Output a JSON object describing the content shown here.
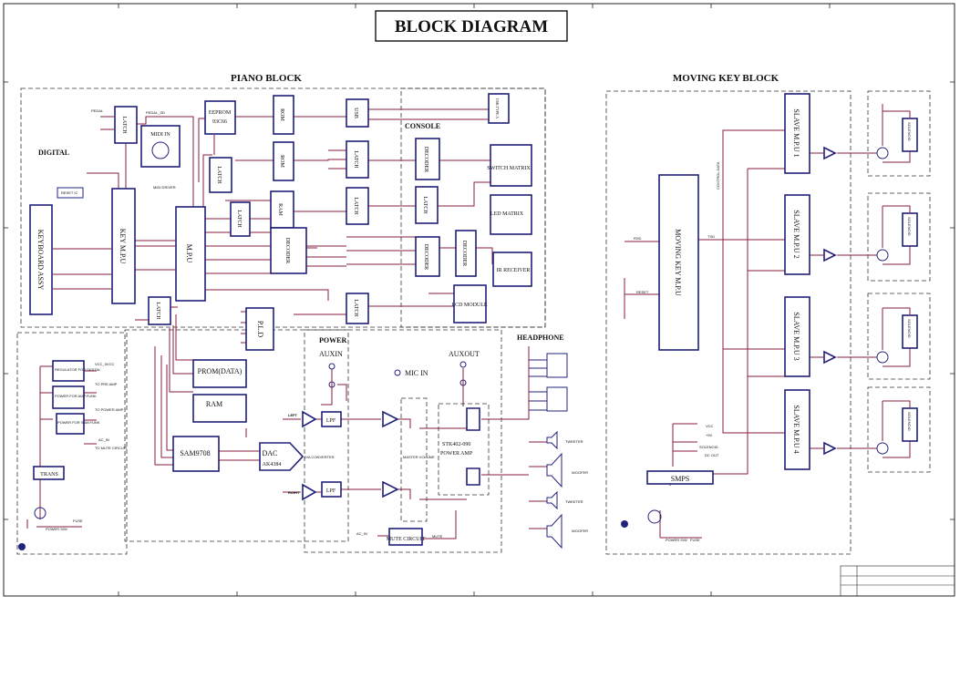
{
  "title": "BLOCK DIAGRAM",
  "sections": {
    "piano": "PIANO BLOCK",
    "moving_key": "MOVING KEY BLOCK",
    "console": "CONSOLE",
    "digital": "DIGITAL",
    "power": "POWER",
    "headphone": "HEADPHONE"
  },
  "blocks": {
    "keyboard_assy": "KEYBOARD ASSY",
    "key_mpu": "KEY M.P.U",
    "mpu": "M.P.U",
    "latch": "LATCH",
    "midi_in": "MIDI IN",
    "eeprom": "EEPROM",
    "eeprom_part": "93C66",
    "rom": "ROM",
    "ram": "RAM",
    "decoder": "DECODER",
    "usb": "USB",
    "usb_type_a": "USB TYPE A",
    "switch_matrix": "SWITCH MATRIX",
    "led_matrix": "LED MATRIX",
    "ir_receiver": "IR RECEIVER",
    "lcd_module": "LCD MODULE",
    "pld": "P.L.D",
    "prom": "PROM(DATA)",
    "sam9708": "SAM9708",
    "dac": "DAC",
    "dac_part": "AK4384",
    "lpf": "LPF",
    "mute_circuit": "MUTE CIRCUIT",
    "power_amp_part": "STK402-090",
    "power_amp": "POWER AMP",
    "trans": "TRANS",
    "moving_key_mpu": "MOVING KEY M.P.U",
    "slave_mpu_1": "SLAVE M.P.U 1",
    "slave_mpu_2": "SLAVE M.P.U 2",
    "slave_mpu_3": "SLAVE M.P.U 3",
    "slave_mpu_4": "SLAVE M.P.U 4",
    "solenoid": "SOLENOID",
    "smps": "SMPS"
  },
  "labels": {
    "auxin": "AUXIN",
    "auxout": "AUXOUT",
    "mic_in": "MIC IN",
    "master_volume": "MASTER VOLUME",
    "tweeter": "TWEETER",
    "woofer": "WOOFER",
    "left": "LEFT",
    "right": "RIGHT",
    "da_converter": "D/A CONVERTER",
    "power_sw": "POWER S/W",
    "fuse": "FUSE",
    "reset_ic": "RESET IC",
    "pedal": "PEDAL",
    "midi_driver": "MIDI DRIVER",
    "regulator_digital": "REGULATOR FOR DIGITAL",
    "power_amp_for": "POWER FOR AMP.FUNK",
    "power_for_sam": "POWER FOR SAM.FUNK",
    "pedal_sd": "PEDAL_SD",
    "reset": "RESET",
    "control_data": "CONTROL DATA",
    "txd": "TXD",
    "rxd": "RXD",
    "vcc": "VCC",
    "plus5v": "+5V",
    "solenoid_dc": "SOLENOID",
    "dc_out": "DC OUT",
    "ac_in": "AC_IN",
    "muting": "MUTE",
    "to_pre_amp": "TO PRE AMP",
    "to_power_amp": "TO POWER AMP",
    "to_mute_circuit": "TO MUTE CIRCUIT",
    "vcc_5vcc": "VCC_5VCC",
    "fuse_ac": "FUSE"
  }
}
